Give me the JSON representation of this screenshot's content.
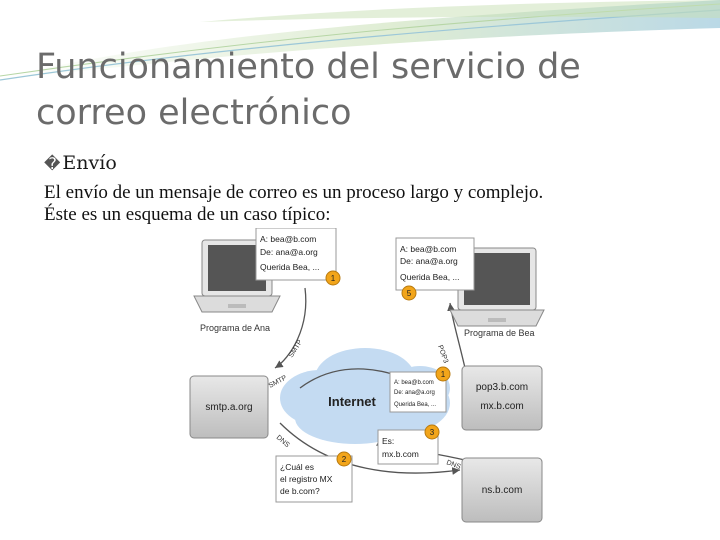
{
  "slide": {
    "title": "Funcionamiento del servicio de correo electrónico",
    "bullet_mark": "�",
    "bullet": "Envío",
    "body_line1": "El envío de un mensaje de correo es un proceso largo y complejo.",
    "body_line2": "Éste es un esquema de un caso típico:"
  },
  "diagram": {
    "note_ana": [
      "A: bea@b.com",
      "De: ana@a.org",
      "Querida Bea, ..."
    ],
    "note_bea": [
      "A: bea@b.com",
      "De: ana@a.org",
      "Querida Bea, ..."
    ],
    "note_internet": [
      "A: bea@b.com",
      "De: ana@a.org",
      "Querida Bea, ..."
    ],
    "note_dns_question": [
      "¿Cuál es",
      "el registro MX",
      "de b.com?"
    ],
    "note_dns_answer": [
      "Es:",
      "mx.b.com"
    ],
    "label_ana": "Programa de Ana",
    "label_bea": "Programa de Bea",
    "internet": "Internet",
    "server_smtp": "smtp.a.org",
    "server_pop3": "pop3.b.com",
    "server_mx": "mx.b.com",
    "server_ns": "ns.b.com",
    "proto_smtp1": "SMTP",
    "proto_smtp2": "SMTP",
    "proto_dns1": "DNS",
    "proto_dns2": "DNS",
    "proto_pop3": "POP3",
    "step1a": "1",
    "step1b": "1",
    "step2": "2",
    "step3": "3",
    "step5": "5"
  },
  "colors": {
    "title": "#6b6b6b",
    "step_circle": "#f2a51a",
    "cloud": "#b9d3ee",
    "server_box": "#d4d4d4"
  }
}
